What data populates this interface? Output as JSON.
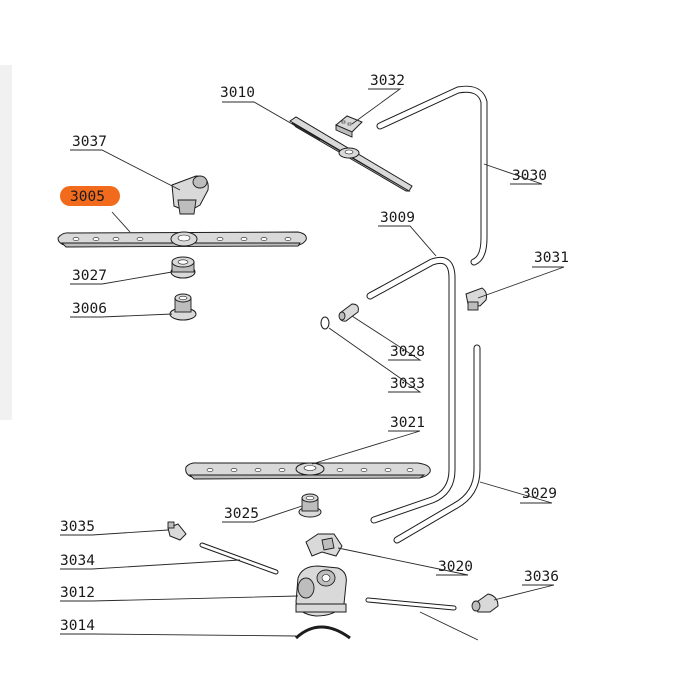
{
  "highlight_color": "#F26B1D",
  "callouts": [
    {
      "key": "3010",
      "text": "3010"
    },
    {
      "key": "3032",
      "text": "3032"
    },
    {
      "key": "3037",
      "text": "3037"
    },
    {
      "key": "3005",
      "text": "3005",
      "highlighted": true
    },
    {
      "key": "3030",
      "text": "3030"
    },
    {
      "key": "3009",
      "text": "3009"
    },
    {
      "key": "3031",
      "text": "3031"
    },
    {
      "key": "3027",
      "text": "3027"
    },
    {
      "key": "3006",
      "text": "3006"
    },
    {
      "key": "3028",
      "text": "3028"
    },
    {
      "key": "3033",
      "text": "3033"
    },
    {
      "key": "3021",
      "text": "3021"
    },
    {
      "key": "3029",
      "text": "3029"
    },
    {
      "key": "3025",
      "text": "3025"
    },
    {
      "key": "3035",
      "text": "3035"
    },
    {
      "key": "3034",
      "text": "3034"
    },
    {
      "key": "3020",
      "text": "3020"
    },
    {
      "key": "3036",
      "text": "3036"
    },
    {
      "key": "3012",
      "text": "3012"
    },
    {
      "key": "3014",
      "text": "3014"
    }
  ],
  "parts": [
    "upper-spray-arm",
    "top-connector-clip",
    "nozzle-housing",
    "middle-spray-arm",
    "upper-feed-pipe",
    "middle-feed-pipe",
    "pipe-coupling",
    "bearing-ring",
    "arm-nut",
    "pipe-end-nozzle",
    "o-ring-seal",
    "lower-spray-arm",
    "vertical-feed-pipe",
    "arm-support",
    "hose-connector",
    "long-rod",
    "circulation-cover",
    "elbow-fitting",
    "pump-housing",
    "sump-gasket",
    "short-rod"
  ]
}
